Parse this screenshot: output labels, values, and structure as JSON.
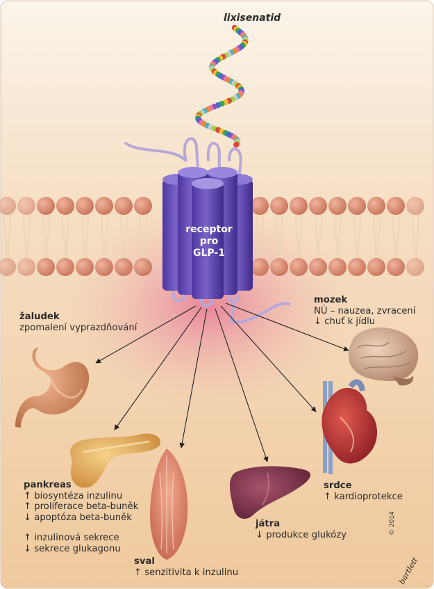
{
  "drug_label": "lixisenatid",
  "receptor": {
    "lines": [
      "receptor",
      "pro",
      "GLP-1"
    ]
  },
  "organs": {
    "stomach": {
      "title": "žaludek",
      "lines": [
        "zpomalení vyprazdňování"
      ]
    },
    "brain": {
      "title": "mozek",
      "lines": [
        "NÚ – nauzea, zvracení",
        "↓ chuť k jídlu"
      ]
    },
    "pancreas": {
      "title": "pankreas",
      "lines": [
        "↑ biosyntéza inzulinu",
        "↑ proliferace beta-buněk",
        "↓ apoptóza beta-buněk"
      ],
      "lines2": [
        "↑ inzulinová sekrece",
        "↓ sekrece glukagonu"
      ]
    },
    "heart": {
      "title": "srdce",
      "lines": [
        "↑ kardioprotekce"
      ]
    },
    "liver": {
      "title": "játra",
      "lines": [
        "↓ produkce glukózy"
      ]
    },
    "muscle": {
      "title": "sval",
      "lines": [
        "↑ senzitivita k inzulinu"
      ]
    }
  },
  "copyright": "© 2014",
  "signature": "bartlett",
  "colors": {
    "receptor": "#6a4fb8",
    "membrane_head": "#dd8d72",
    "arrow": "#222222"
  }
}
